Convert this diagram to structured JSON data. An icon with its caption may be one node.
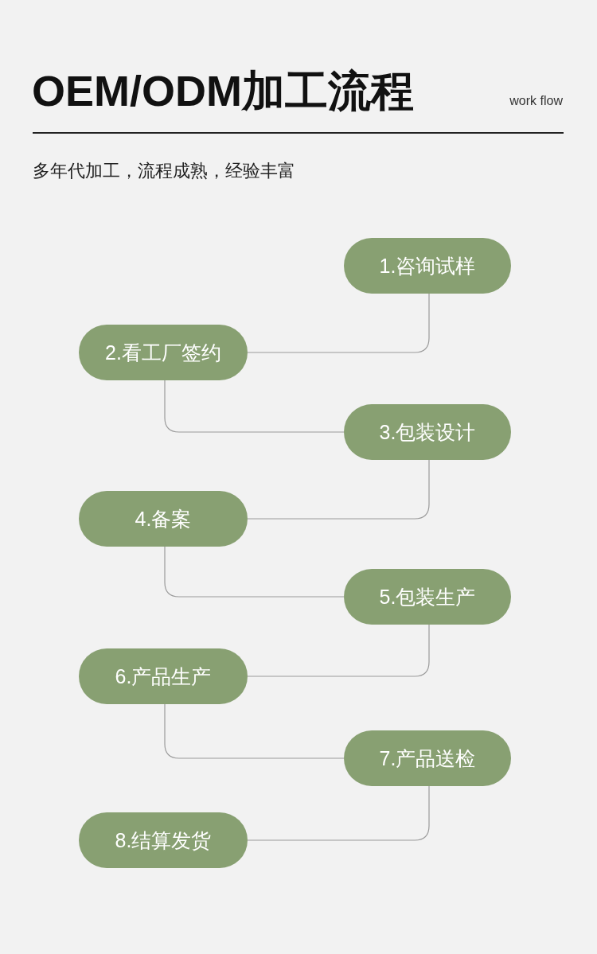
{
  "diagram": {
    "title": "OEM/ODM加工流程",
    "nodes": [
      {
        "text": [
          "1.咨询试样"
        ]
      },
      {
        "text": [
          "2.看工厂签约"
        ]
      },
      {
        "text": [
          "3.包装设计"
        ]
      },
      {
        "text": [
          "4.备案"
        ]
      },
      {
        "text": [
          "5.包装生产"
        ]
      },
      {
        "text": [
          "6.产品生产"
        ]
      },
      {
        "text": [
          "7.产品送检"
        ]
      },
      {
        "text": [
          "8.结算发货"
        ]
      }
    ],
    "edges": [
      {
        "from": 0,
        "to": 1,
        "arrow": "none"
      },
      {
        "from": 1,
        "to": 2,
        "arrow": "none"
      },
      {
        "from": 2,
        "to": 3,
        "arrow": "none"
      },
      {
        "from": 3,
        "to": 4,
        "arrow": "none"
      },
      {
        "from": 4,
        "to": 5,
        "arrow": "none"
      },
      {
        "from": 5,
        "to": 6,
        "arrow": "none"
      },
      {
        "from": 6,
        "to": 7,
        "arrow": "none"
      }
    ],
    "labels": [
      "work flow",
      "多年代加工，流程成熟，经验丰富"
    ]
  }
}
